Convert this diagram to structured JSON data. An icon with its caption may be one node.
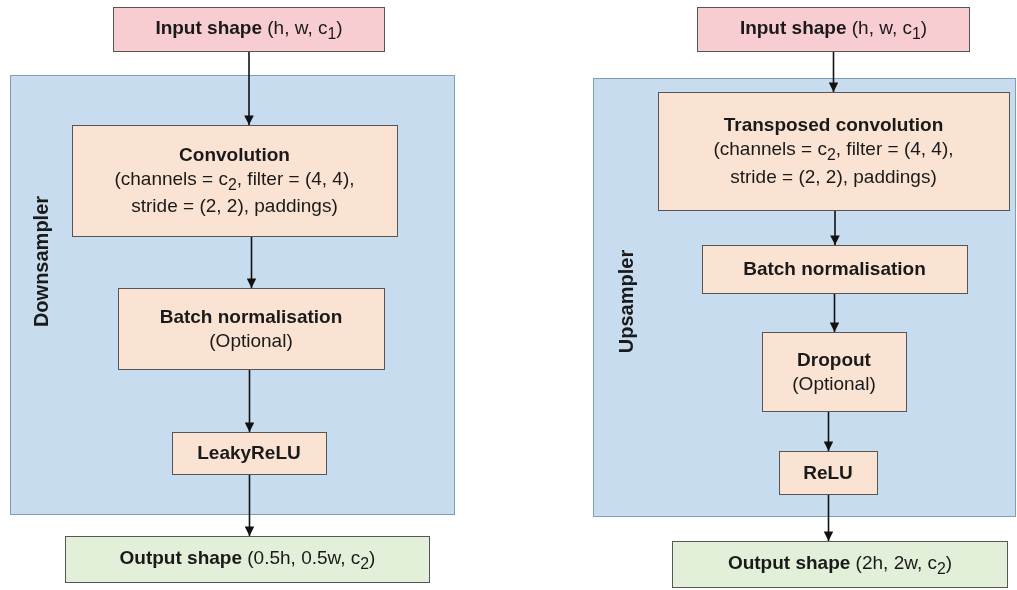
{
  "diagram": {
    "nodes": [
      {
        "text": [
          "**Input shape** (h, w, c$_{1}$)"
        ]
      },
      {
        "text": [
          "Downsampler"
        ]
      },
      {
        "text": [
          "Convolution",
          "(channels = c$_{2}$, filter = (4, 4), stride = (2, 2), paddings)"
        ],
        "in": 1
      },
      {
        "text": [
          "Batch normalisation",
          "(Optional)"
        ],
        "in": 1
      },
      {
        "text": [
          "LeakyReLU"
        ],
        "in": 1
      },
      {
        "text": [
          "**Output shape** (0.5h, 0.5w, c$_{2}$)"
        ]
      },
      {
        "text": [
          "**Input shape** (h, w, c$_{1}$)"
        ]
      },
      {
        "text": [
          "Upsampler"
        ]
      },
      {
        "text": [
          "Transposed convolution",
          "(channels = c$_{2}$, filter = (4, 4), stride = (2, 2), paddings)"
        ],
        "in": 7
      },
      {
        "text": [
          "Batch normalisation"
        ],
        "in": 7
      },
      {
        "text": [
          "Dropout",
          "(Optional)"
        ],
        "in": 7
      },
      {
        "text": [
          "ReLU"
        ],
        "in": 7
      },
      {
        "text": [
          "**Output shape** (2h, 2w, c$_{2}$)"
        ]
      }
    ],
    "edges": [
      {
        "from": 0,
        "to": 2,
        "arrow": "to"
      },
      {
        "from": 2,
        "to": 3,
        "arrow": "to"
      },
      {
        "from": 3,
        "to": 4,
        "arrow": "to"
      },
      {
        "from": 4,
        "to": 5,
        "arrow": "to"
      },
      {
        "from": 6,
        "to": 8,
        "arrow": "to"
      },
      {
        "from": 8,
        "to": 9,
        "arrow": "to"
      },
      {
        "from": 9,
        "to": 10,
        "arrow": "to"
      },
      {
        "from": 10,
        "to": 11,
        "arrow": "to"
      },
      {
        "from": 11,
        "to": 12,
        "arrow": "to"
      }
    ]
  }
}
